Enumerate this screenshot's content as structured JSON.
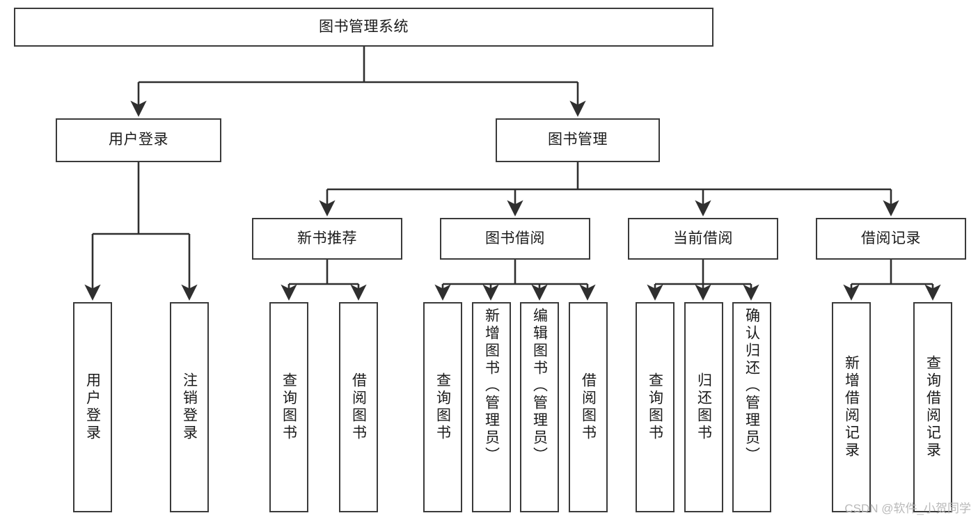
{
  "diagram": {
    "type": "hierarchy-tree",
    "title": "图书管理系统",
    "colors": {
      "stroke": "#3a3a3a",
      "fill": "#ffffff",
      "text": "#1a1a1a",
      "watermark": "#b9b9b9"
    },
    "root": {
      "label": "图书管理系统"
    },
    "level2": [
      {
        "label": "用户登录"
      },
      {
        "label": "图书管理"
      }
    ],
    "level3": [
      {
        "label": "新书推荐"
      },
      {
        "label": "图书借阅"
      },
      {
        "label": "当前借阅"
      },
      {
        "label": "借阅记录"
      }
    ],
    "leaves": {
      "user_login": [
        {
          "label": "用户登录"
        },
        {
          "label": "注销登录"
        }
      ],
      "new_book_recommend": [
        {
          "label": "查询图书"
        },
        {
          "label": "借阅图书"
        }
      ],
      "book_borrow": [
        {
          "label": "查询图书"
        },
        {
          "label": "新增图书（管理员）"
        },
        {
          "label": "编辑图书（管理员）"
        },
        {
          "label": "借阅图书"
        }
      ],
      "current_borrow": [
        {
          "label": "查询图书"
        },
        {
          "label": "归还图书"
        },
        {
          "label": "确认归还（管理员）"
        }
      ],
      "borrow_record": [
        {
          "label": "新增借阅记录"
        },
        {
          "label": "查询借阅记录"
        }
      ]
    }
  },
  "watermark": {
    "text": "CSDN @软件_小贺同学"
  }
}
